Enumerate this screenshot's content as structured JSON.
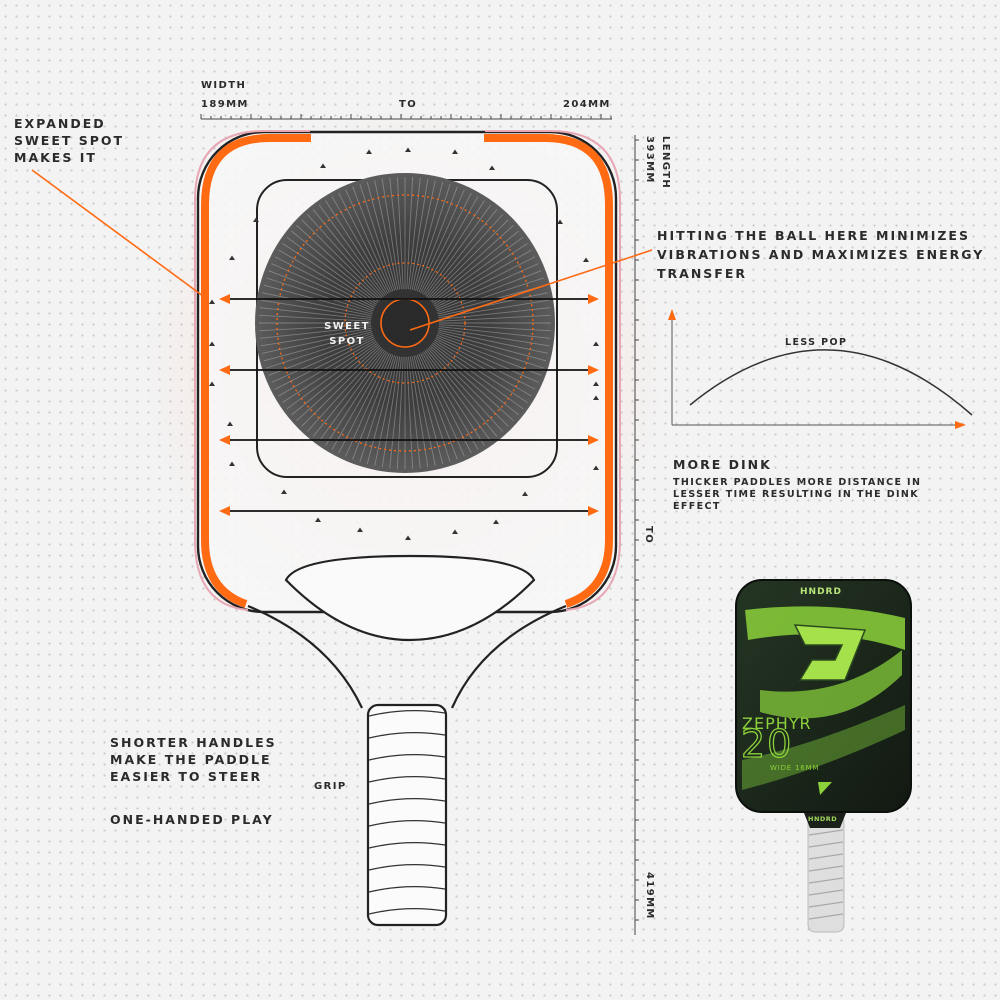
{
  "width_label": "WIDTH",
  "width_min": "189MM",
  "width_to": "TO",
  "width_max": "204MM",
  "sweet_spot_callout": [
    "EXPANDED",
    "SWEET SPOT",
    "MAKES IT"
  ],
  "length_label": "LENGTH",
  "length_min": "393MM",
  "length_to": "TO",
  "length_max": "419MM",
  "sweet_spot_label": [
    "SWEET",
    "SPOT"
  ],
  "hitting_note": [
    "HITTING THE BALL HERE MINIMIZES",
    "VIBRATIONS AND MAXIMIZES ENERGY",
    "TRANSFER"
  ],
  "curve_label": "LESS POP",
  "more_dink_title": "MORE DINK",
  "more_dink_desc": [
    "THICKER PADDLES MORE DISTANCE IN",
    "LESSER TIME RESULTING IN THE DINK",
    "EFFECT"
  ],
  "handle_note": [
    "SHORTER HANDLES",
    "MAKE THE PADDLE",
    "EASIER TO STEER"
  ],
  "grip_label": "GRIP",
  "one_handed": "ONE-HANDED PLAY",
  "product": {
    "brand": "HNDRD",
    "model": "ZEPHYR",
    "number": "20",
    "variant": "WIDE 16MM"
  },
  "colors": {
    "accent": "#ff6a13",
    "product_green": "#8bd13a",
    "product_body": "#1d2a1c"
  }
}
